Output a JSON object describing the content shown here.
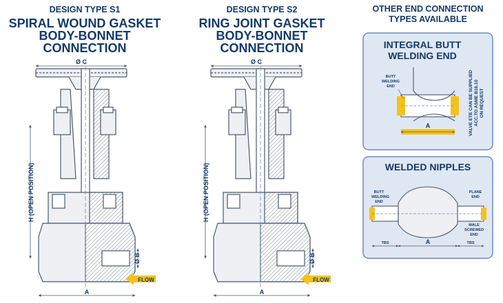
{
  "design_s1": {
    "type_label": "DESIGN TYPE S1",
    "title_line1": "SPIRAL WOUND GASKET",
    "title_line2": "BODY-BONNET",
    "title_line3": "CONNECTION",
    "dim_c": "Ø C",
    "dim_h": "H (OPEN POSITION)",
    "dim_b": "Ø B",
    "dim_a": "A",
    "flow": "FLOW"
  },
  "design_s2": {
    "type_label": "DESIGN TYPE S2",
    "title_line1": "RING JOINT GASKET",
    "title_line2": "BODY-BONNET",
    "title_line3": "CONNECTION",
    "dim_c": "Ø C",
    "dim_h": "H (OPEN POSITION)",
    "dim_b": "Ø B",
    "dim_a": "A",
    "flow": "FLOW"
  },
  "other_ends": {
    "title_line1": "OTHER END CONNECTION",
    "title_line2": "TYPES AVAILABLE"
  },
  "butt_weld_box": {
    "title_line1": "INTEGRAL BUTT",
    "title_line2": "WELDING END",
    "label_line1": "BUTT",
    "label_line2": "WELDING",
    "label_line3": "END",
    "dim_a": "A",
    "note_line1": "VALVE ETE CAN BE SUPPLIED",
    "note_line2": "ACC.TO ASME B16.10",
    "note_line3": "ON REQUEST"
  },
  "nipples_box": {
    "title": "WELDED NIPPLES",
    "left_label_line1": "BUTT",
    "left_label_line2": "WELDING",
    "left_label_line3": "END",
    "right_top_line1": "PLANE",
    "right_top_line2": "END",
    "right_bottom_line1": "MALE",
    "right_bottom_line2": "SCREWED",
    "right_bottom_line3": "END",
    "dim_tbs_left": "TBS",
    "dim_a": "A",
    "dim_tbs_right": "TBS"
  },
  "colors": {
    "navy": "#143a6b",
    "outline": "#4a5a6e",
    "body_fill": "#eef0f3",
    "box_fill": "#dfe7f2",
    "box_border": "#6b8cb8",
    "highlight": "#f4c21a",
    "hatch": "#b9c2cc"
  }
}
